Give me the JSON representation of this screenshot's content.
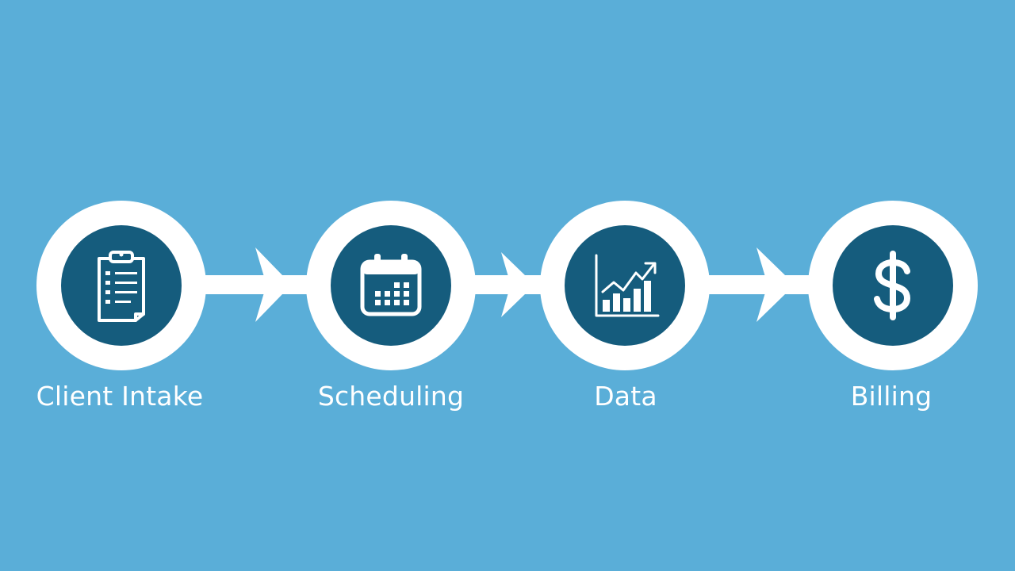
{
  "colors": {
    "background": "#5aaed8",
    "node_ring": "#ffffff",
    "node_fill": "#155c7d",
    "icon": "#ffffff",
    "connector": "#ffffff"
  },
  "steps": [
    {
      "label": "Client Intake",
      "icon": "clipboard-icon"
    },
    {
      "label": "Scheduling",
      "icon": "calendar-icon"
    },
    {
      "label": "Data",
      "icon": "bar-chart-icon"
    },
    {
      "label": "Billing",
      "icon": "dollar-icon"
    }
  ]
}
